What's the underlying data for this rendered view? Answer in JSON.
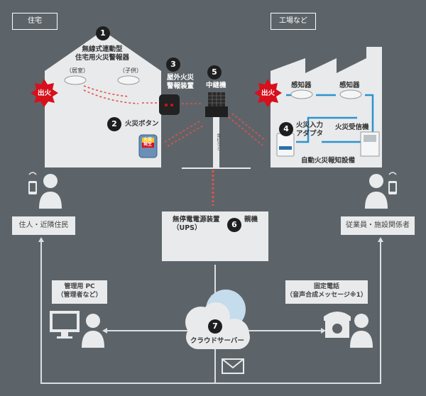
{
  "sections": {
    "home": "住宅",
    "factory": "工場など"
  },
  "badges": [
    "1",
    "2",
    "3",
    "4",
    "5",
    "6",
    "7"
  ],
  "labels": {
    "wireless_alarm": "無線式連動型\n住宅用火災警報器",
    "living_room": "（居室）",
    "child_room": "（子供）",
    "fire_button": "火災ボタン",
    "outdoor_alarm": "屋外火災\n警報装置",
    "relay": "中継機",
    "pole": "電柱など",
    "detector_1": "感知器",
    "detector_2": "感知器",
    "fire_input_adapter": "火災入力\nアダプタ",
    "fire_receiver": "火災受信機",
    "auto_fire_system": "自動火災報知設備",
    "ups": "無停電電源装置\n（UPS）",
    "master_unit": "親機",
    "pc": "管理用 PC\n（管理者など）",
    "phone": "固定電話\n（音声合成メッセージ※1）",
    "cloud": "クラウドサーバー"
  },
  "fire_badge": "出火",
  "button_text": "火災\n発生",
  "persons": {
    "residents": "住人・近隣住民",
    "staff": "従業員・施設関係者"
  },
  "colors": {
    "background": "#5d6469",
    "panel": "#e9eaeb",
    "fire_red": "#d7101c",
    "wave_red": "#e0524a",
    "link_blue": "#2b93cf",
    "accent_blue": "#c4dcec"
  }
}
